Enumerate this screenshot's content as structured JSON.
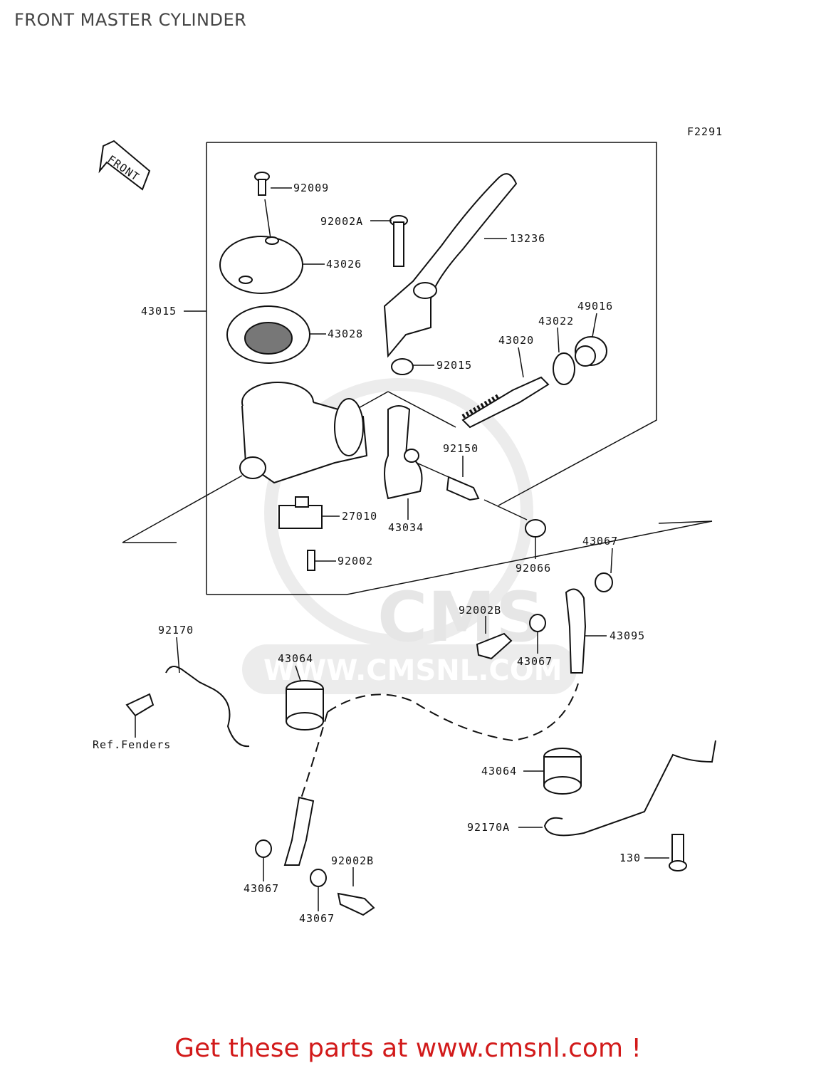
{
  "page": {
    "title": "FRONT MASTER CYLINDER",
    "figure_code": "F2291",
    "promo_text": "Get these parts at www.cmsnl.com !"
  },
  "direction_tag": "FRONT",
  "watermark": {
    "brand": "CMS",
    "url": "WWW.CMSNL.COM"
  },
  "callouts": [
    {
      "id": "92009",
      "label": "92009"
    },
    {
      "id": "92002A",
      "label": "92002A"
    },
    {
      "id": "13236",
      "label": "13236"
    },
    {
      "id": "43026",
      "label": "43026"
    },
    {
      "id": "43015",
      "label": "43015"
    },
    {
      "id": "43028",
      "label": "43028"
    },
    {
      "id": "49016",
      "label": "49016"
    },
    {
      "id": "43022",
      "label": "43022"
    },
    {
      "id": "43020",
      "label": "43020"
    },
    {
      "id": "92015",
      "label": "92015"
    },
    {
      "id": "92150",
      "label": "92150"
    },
    {
      "id": "27010",
      "label": "27010"
    },
    {
      "id": "43034",
      "label": "43034"
    },
    {
      "id": "92002",
      "label": "92002"
    },
    {
      "id": "92066",
      "label": "92066"
    },
    {
      "id": "43067a",
      "label": "43067"
    },
    {
      "id": "92002B-top",
      "label": "92002B"
    },
    {
      "id": "43095",
      "label": "43095"
    },
    {
      "id": "43067b",
      "label": "43067"
    },
    {
      "id": "92170",
      "label": "92170"
    },
    {
      "id": "43064a",
      "label": "43064"
    },
    {
      "id": "ref-fenders",
      "label": "Ref.Fenders"
    },
    {
      "id": "43064b",
      "label": "43064"
    },
    {
      "id": "92170A",
      "label": "92170A"
    },
    {
      "id": "130",
      "label": "130"
    },
    {
      "id": "43067c",
      "label": "43067"
    },
    {
      "id": "92002B-bottom",
      "label": "92002B"
    },
    {
      "id": "43067d",
      "label": "43067"
    }
  ],
  "colors": {
    "promo": "#d21a1a",
    "lines": "#111111",
    "watermark": "#e6e6e6"
  }
}
